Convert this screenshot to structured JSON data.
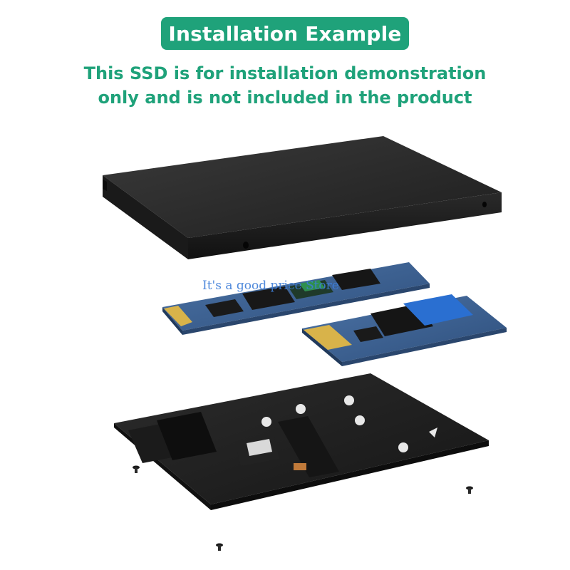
{
  "header": {
    "title": "Installation Example",
    "subtitle_line1": "This SSD is for installation demonstration",
    "subtitle_line2": "only and is not included in the product"
  },
  "watermark": "It's a good price Store",
  "colors": {
    "accent": "#1fa27a",
    "watermark": "#3d7dd8",
    "enclosure": "#2b2b2b",
    "ssd_board": "#3b5f8f",
    "gold_contacts": "#d8b34a"
  },
  "illustration": {
    "parts": [
      "ssd-enclosure-case",
      "m2-ssd-card-long",
      "m2-ssd-card-short",
      "adapter-board",
      "screws"
    ]
  }
}
